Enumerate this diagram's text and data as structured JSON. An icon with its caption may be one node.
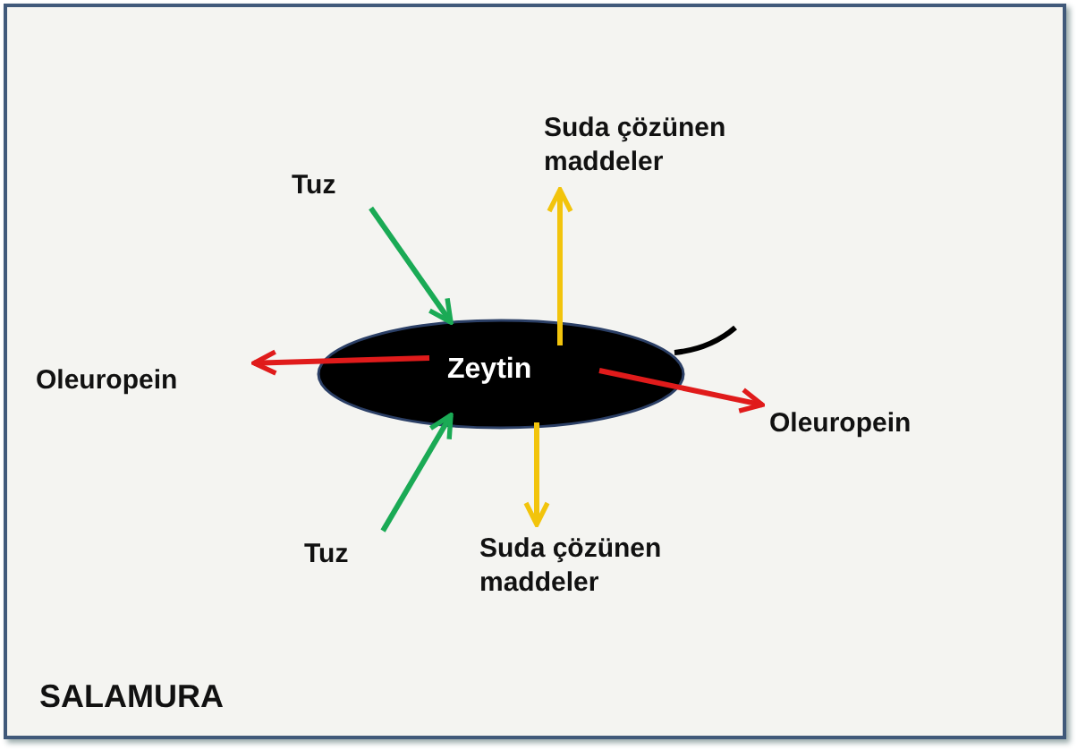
{
  "diagram": {
    "nodes": [
      {
        "text": [
          "SALAMURA"
        ]
      },
      {
        "text": [
          "Tuz"
        ],
        "in": 0
      },
      {
        "text": [
          "Suda çözünen maddeler"
        ],
        "in": 0
      },
      {
        "text": [
          "Oleuropein"
        ],
        "in": 0
      },
      {
        "text": [
          "Zeytin"
        ],
        "in": 0
      },
      {
        "text": [
          "Oleuropein"
        ],
        "in": 0
      },
      {
        "text": [
          "Tuz"
        ],
        "in": 0
      },
      {
        "text": [
          "Suda çözünen maddeler"
        ],
        "in": 0
      }
    ],
    "edges": [
      {
        "from": 1,
        "to": 4,
        "arrow": "to",
        "color": "#1aaa55"
      },
      {
        "from": 4,
        "to": 2,
        "arrow": "to",
        "color": "#f2c40c"
      },
      {
        "from": 4,
        "to": 3,
        "arrow": "to",
        "color": "#e01b1b"
      },
      {
        "from": 4,
        "to": 5,
        "arrow": "to",
        "color": "#e01b1b"
      },
      {
        "from": 6,
        "to": 4,
        "arrow": "to",
        "color": "#1aaa55"
      },
      {
        "from": 4,
        "to": 7,
        "arrow": "to",
        "color": "#f2c40c"
      }
    ]
  }
}
